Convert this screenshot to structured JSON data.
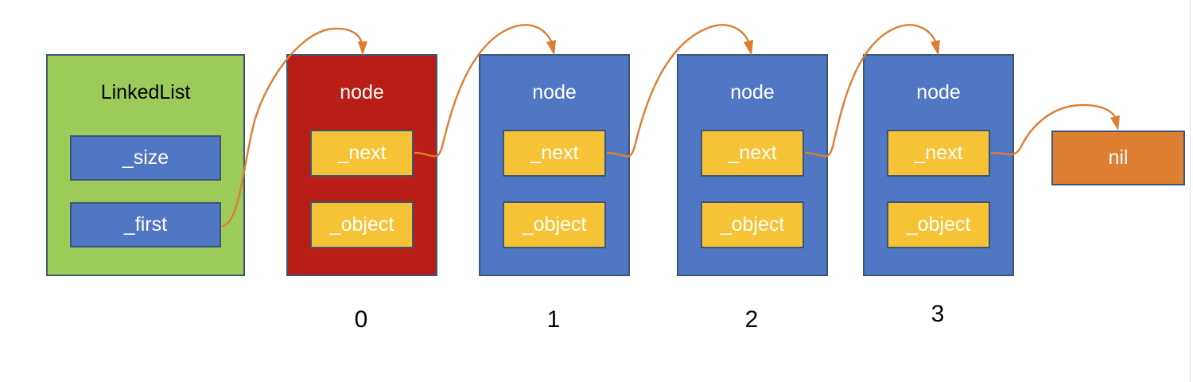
{
  "diagram": {
    "title": "LinkedList singly linked list structure",
    "type": "linked-list-diagram",
    "background": "#ffffff",
    "colors": {
      "green": "#9ccb5a",
      "red": "#b81e15",
      "blue": "#4f77c4",
      "yellow": "#f7c336",
      "orange": "#dd7e31",
      "border": "#3e5676",
      "arrow": "#dd7e31",
      "text_light": "#ffffff",
      "text_dark": "#000000"
    }
  },
  "list_container": {
    "title": "LinkedList",
    "fields": [
      {
        "label": "_size"
      },
      {
        "label": "_first"
      }
    ]
  },
  "nodes": [
    {
      "title": "node",
      "index": "0",
      "color": "#b81e15",
      "fields": [
        {
          "label": "_next"
        },
        {
          "label": "_object"
        }
      ]
    },
    {
      "title": "node",
      "index": "1",
      "color": "#4f77c4",
      "fields": [
        {
          "label": "_next"
        },
        {
          "label": "_object"
        }
      ]
    },
    {
      "title": "node",
      "index": "2",
      "color": "#4f77c4",
      "fields": [
        {
          "label": "_next"
        },
        {
          "label": "_object"
        }
      ]
    },
    {
      "title": "node",
      "index": "3",
      "color": "#4f77c4",
      "fields": [
        {
          "label": "_next"
        },
        {
          "label": "_object"
        }
      ]
    }
  ],
  "terminator": {
    "label": "nil",
    "color": "#dd7e31"
  },
  "arrows": [
    {
      "from": "_first",
      "to": "node-0"
    },
    {
      "from": "node-0._next",
      "to": "node-1"
    },
    {
      "from": "node-1._next",
      "to": "node-2"
    },
    {
      "from": "node-2._next",
      "to": "node-3"
    },
    {
      "from": "node-3._next",
      "to": "nil"
    }
  ]
}
